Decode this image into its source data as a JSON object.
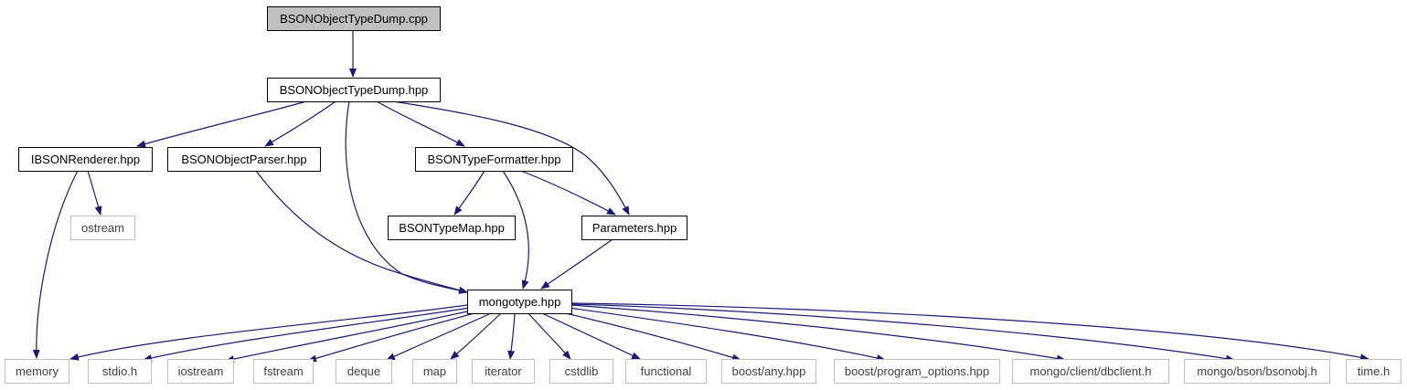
{
  "diagram": {
    "colors": {
      "edge": "#191970",
      "root_fill": "#bfbfbf",
      "node_border": "#000000",
      "system_border": "#bfbfbf",
      "system_text": "#404040",
      "node_text": "#000000"
    },
    "nodes": [
      {
        "id": "root",
        "label": "BSONObjectTypeDump.cpp",
        "kind": "root"
      },
      {
        "id": "dump_hpp",
        "label": "BSONObjectTypeDump.hpp",
        "kind": "local"
      },
      {
        "id": "renderer",
        "label": "IBSONRenderer.hpp",
        "kind": "local"
      },
      {
        "id": "parser",
        "label": "BSONObjectParser.hpp",
        "kind": "local"
      },
      {
        "id": "formatter",
        "label": "BSONTypeFormatter.hpp",
        "kind": "local"
      },
      {
        "id": "ostream",
        "label": "ostream",
        "kind": "system"
      },
      {
        "id": "typemap",
        "label": "BSONTypeMap.hpp",
        "kind": "local"
      },
      {
        "id": "parameters",
        "label": "Parameters.hpp",
        "kind": "local"
      },
      {
        "id": "mongotype",
        "label": "mongotype.hpp",
        "kind": "local"
      },
      {
        "id": "memory",
        "label": "memory",
        "kind": "system"
      },
      {
        "id": "stdio",
        "label": "stdio.h",
        "kind": "system"
      },
      {
        "id": "iostream",
        "label": "iostream",
        "kind": "system"
      },
      {
        "id": "fstream",
        "label": "fstream",
        "kind": "system"
      },
      {
        "id": "deque",
        "label": "deque",
        "kind": "system"
      },
      {
        "id": "map",
        "label": "map",
        "kind": "system"
      },
      {
        "id": "iterator",
        "label": "iterator",
        "kind": "system"
      },
      {
        "id": "cstdlib",
        "label": "cstdlib",
        "kind": "system"
      },
      {
        "id": "functional",
        "label": "functional",
        "kind": "system"
      },
      {
        "id": "boost_any",
        "label": "boost/any.hpp",
        "kind": "system"
      },
      {
        "id": "boost_po",
        "label": "boost/program_options.hpp",
        "kind": "system"
      },
      {
        "id": "dbclient",
        "label": "mongo/client/dbclient.h",
        "kind": "system"
      },
      {
        "id": "bsonobj",
        "label": "mongo/bson/bsonobj.h",
        "kind": "system"
      },
      {
        "id": "time",
        "label": "time.h",
        "kind": "system"
      }
    ],
    "edges": [
      {
        "from": "root",
        "to": "dump_hpp"
      },
      {
        "from": "dump_hpp",
        "to": "renderer"
      },
      {
        "from": "dump_hpp",
        "to": "parser"
      },
      {
        "from": "dump_hpp",
        "to": "mongotype"
      },
      {
        "from": "dump_hpp",
        "to": "formatter"
      },
      {
        "from": "dump_hpp",
        "to": "parameters"
      },
      {
        "from": "renderer",
        "to": "ostream"
      },
      {
        "from": "renderer",
        "to": "memory"
      },
      {
        "from": "parser",
        "to": "mongotype"
      },
      {
        "from": "formatter",
        "to": "typemap"
      },
      {
        "from": "formatter",
        "to": "mongotype"
      },
      {
        "from": "formatter",
        "to": "parameters"
      },
      {
        "from": "parameters",
        "to": "mongotype"
      },
      {
        "from": "mongotype",
        "to": "memory"
      },
      {
        "from": "mongotype",
        "to": "stdio"
      },
      {
        "from": "mongotype",
        "to": "iostream"
      },
      {
        "from": "mongotype",
        "to": "fstream"
      },
      {
        "from": "mongotype",
        "to": "deque"
      },
      {
        "from": "mongotype",
        "to": "map"
      },
      {
        "from": "mongotype",
        "to": "iterator"
      },
      {
        "from": "mongotype",
        "to": "cstdlib"
      },
      {
        "from": "mongotype",
        "to": "functional"
      },
      {
        "from": "mongotype",
        "to": "boost_any"
      },
      {
        "from": "mongotype",
        "to": "boost_po"
      },
      {
        "from": "mongotype",
        "to": "dbclient"
      },
      {
        "from": "mongotype",
        "to": "bsonobj"
      },
      {
        "from": "mongotype",
        "to": "time"
      }
    ]
  }
}
